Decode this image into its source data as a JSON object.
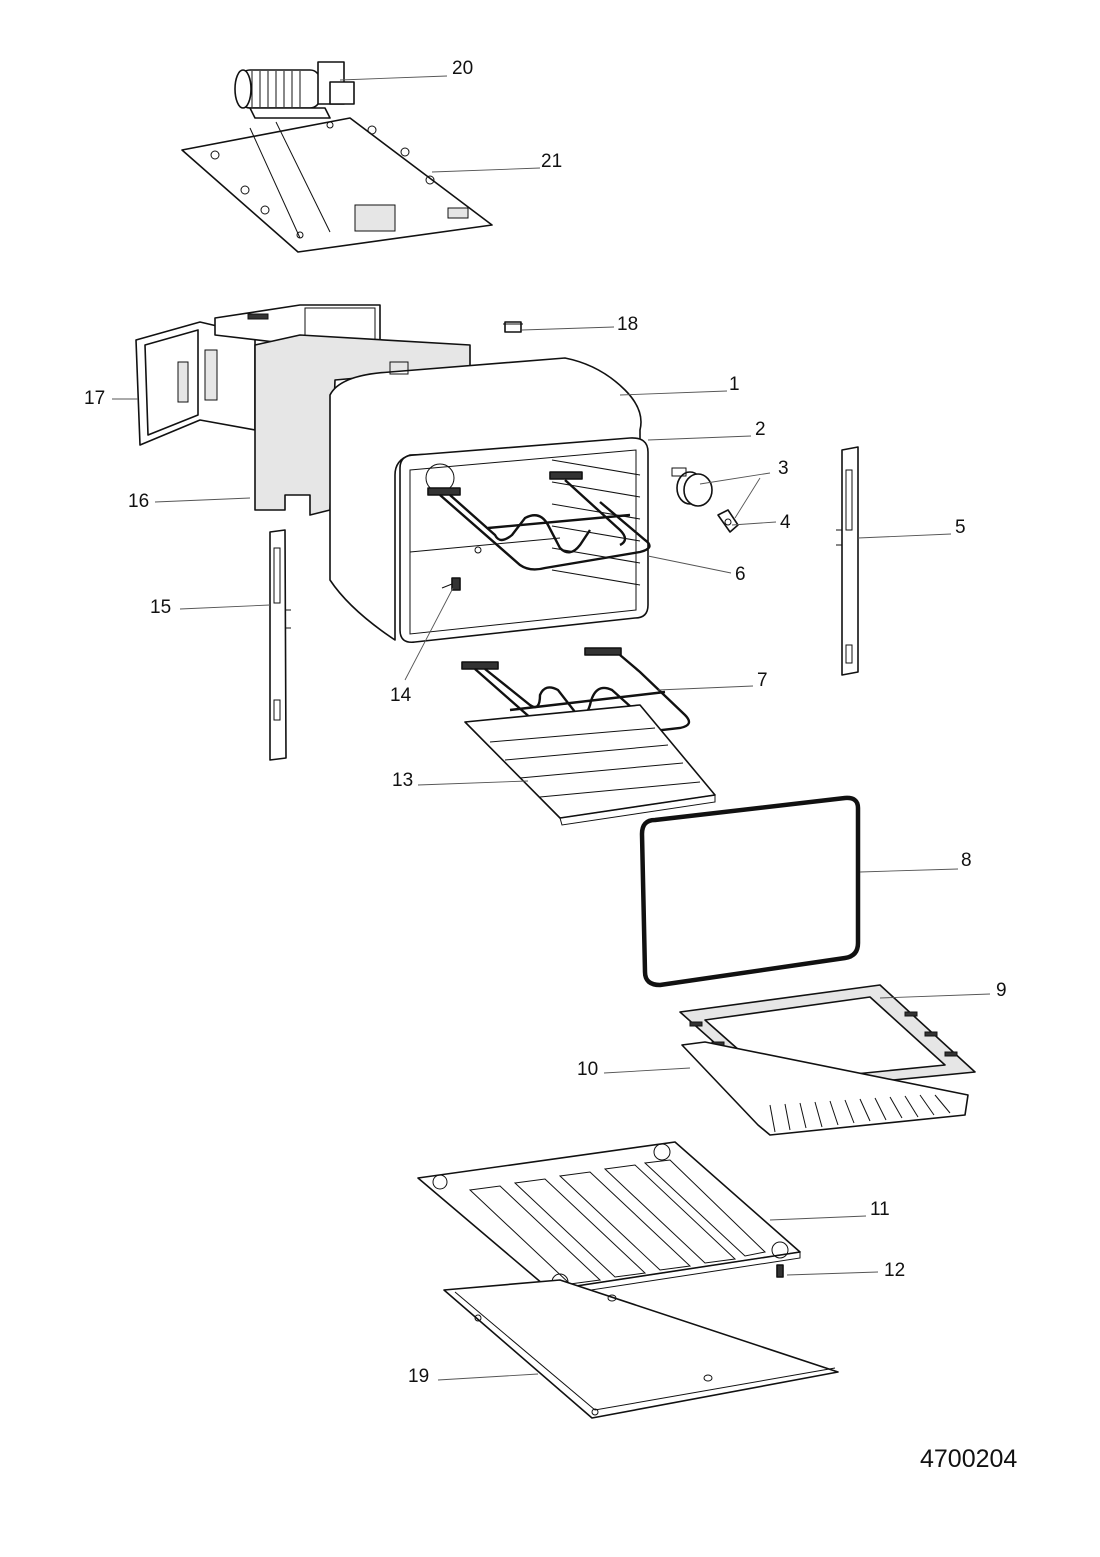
{
  "document_number": "4700204",
  "callouts": [
    {
      "id": "1",
      "label": "1"
    },
    {
      "id": "2",
      "label": "2"
    },
    {
      "id": "3",
      "label": "3"
    },
    {
      "id": "4",
      "label": "4"
    },
    {
      "id": "5",
      "label": "5"
    },
    {
      "id": "6",
      "label": "6"
    },
    {
      "id": "7",
      "label": "7"
    },
    {
      "id": "8",
      "label": "8"
    },
    {
      "id": "9",
      "label": "9"
    },
    {
      "id": "10",
      "label": "10"
    },
    {
      "id": "11",
      "label": "11"
    },
    {
      "id": "12",
      "label": "12"
    },
    {
      "id": "13",
      "label": "13"
    },
    {
      "id": "14",
      "label": "14"
    },
    {
      "id": "15",
      "label": "15"
    },
    {
      "id": "16",
      "label": "16"
    },
    {
      "id": "17",
      "label": "17"
    },
    {
      "id": "18",
      "label": "18"
    },
    {
      "id": "19",
      "label": "19"
    },
    {
      "id": "20",
      "label": "20"
    },
    {
      "id": "21",
      "label": "21"
    }
  ]
}
